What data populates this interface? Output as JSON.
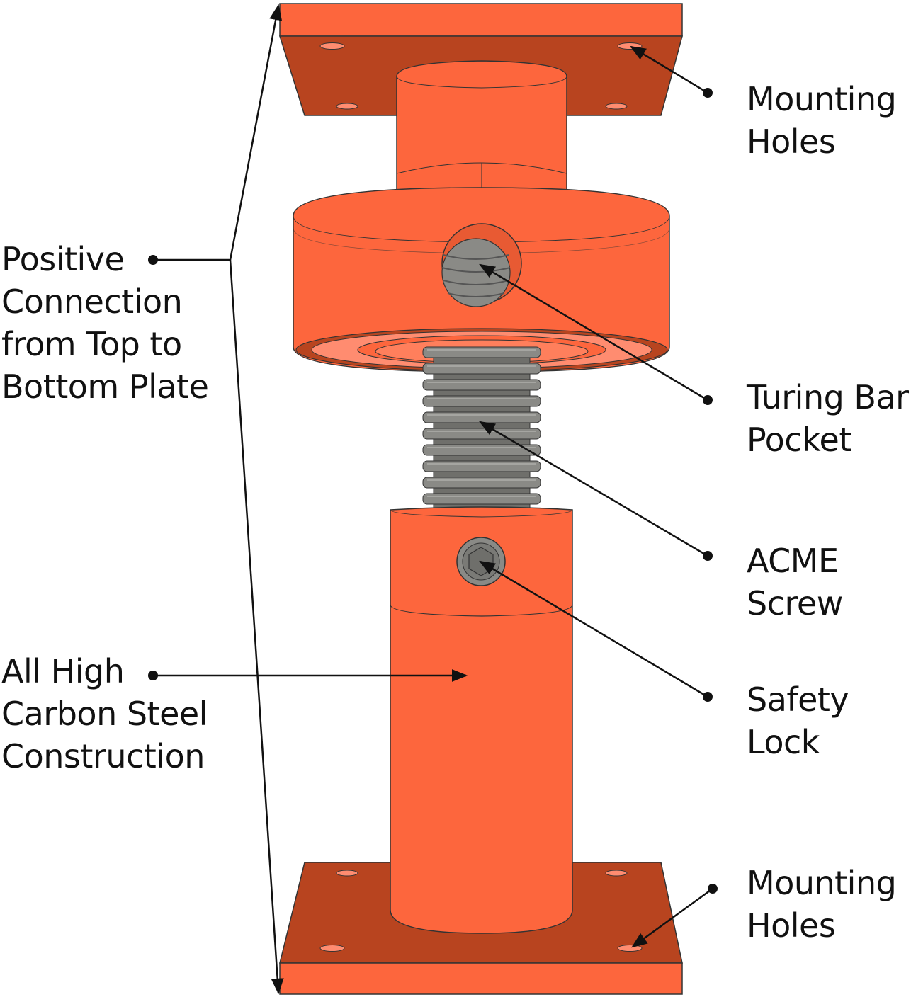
{
  "colors": {
    "orange": "#fd663d",
    "orange_dark": "#b8441f",
    "orange_light": "#ff7f5c",
    "hole": "#ff8c70",
    "thread": "#8a8a86",
    "thread_dark": "#6f6f6b",
    "line": "#111111"
  },
  "callouts": {
    "mounting_holes_top": [
      "Mounting",
      "Holes"
    ],
    "turning_bar_pocket": [
      "Turing Bar",
      "Pocket"
    ],
    "acme_screw": [
      "ACME",
      "Screw"
    ],
    "safety_lock": [
      "Safety",
      "Lock"
    ],
    "mounting_holes_bottom": [
      "Mounting",
      "Holes"
    ],
    "positive_connection": [
      "Positive",
      "Connection",
      "from Top to",
      "Bottom Plate"
    ],
    "high_carbon_steel": [
      "All High",
      "Carbon Steel",
      "Construction"
    ]
  }
}
